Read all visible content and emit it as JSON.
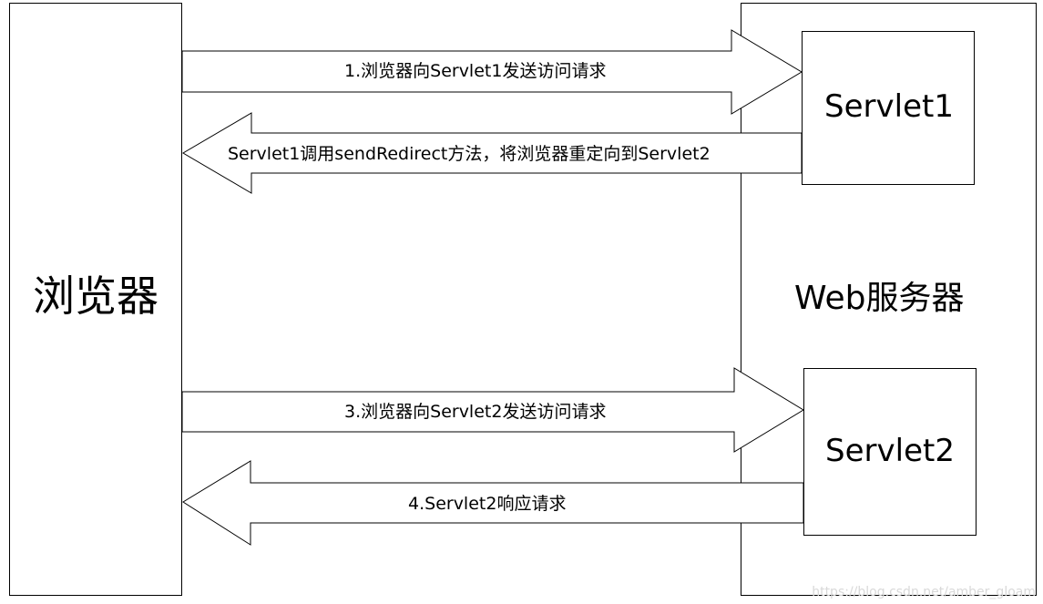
{
  "browser": {
    "label": "浏览器"
  },
  "server": {
    "label": "Web服务器"
  },
  "servlet1": {
    "label": "Servlet1"
  },
  "servlet2": {
    "label": "Servlet2"
  },
  "arrows": {
    "step1": "1.浏览器向Servlet1发送访问请求",
    "step2": "Servlet1调用sendRedirect方法，将浏览器重定向到Servlet2",
    "step3": "3.浏览器向Servlet2发送访问请求",
    "step4": "4.Servlet2响应请求"
  },
  "watermark": "https://blog.csdn.net/amber_gloam",
  "colors": {
    "stroke": "#000000",
    "fill": "#ffffff",
    "watermark": "#d9d9d9"
  }
}
